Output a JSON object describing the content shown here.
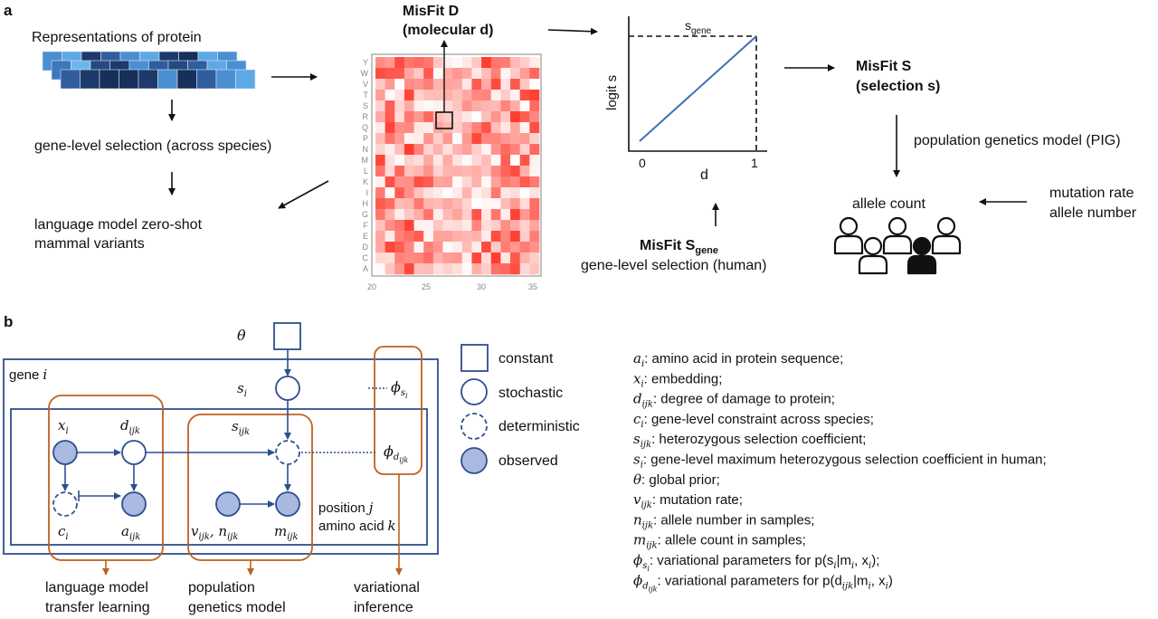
{
  "panel_a": {
    "label": "a",
    "protein_repr": "Representations of protein",
    "gene_level_selection": "gene-level selection (across species)",
    "lm_zero_shot_1": "language model zero-shot",
    "lm_zero_shot_2": "mammal variants",
    "misfit_d_1": "MisFit D",
    "misfit_d_2": "(molecular d)",
    "heatmap_rows": [
      "Y",
      "W",
      "V",
      "T",
      "S",
      "R",
      "Q",
      "P",
      "N",
      "M",
      "L",
      "K",
      "I",
      "H",
      "G",
      "F",
      "E",
      "D",
      "C",
      "A"
    ],
    "heatmap_xticks": [
      "20",
      "25",
      "30",
      "35"
    ],
    "sgene_label": "s",
    "sgene_sub": "gene",
    "ylabel": "logit s",
    "xlabel": "d",
    "xtick0": "0",
    "xtick1": "1",
    "misfit_sgene_1": "MisFit S",
    "misfit_sgene_sub": "gene",
    "misfit_sgene_2": "gene-level selection (human)",
    "misfit_s_1": "MisFit S",
    "misfit_s_2": "(selection s)",
    "pop_gen": "population genetics  model (PIG)",
    "allele_count": "allele count",
    "mutation_rate": "mutation rate",
    "allele_number": "allele number"
  },
  "panel_b": {
    "label": "b",
    "theta": "θ",
    "gene_i": "gene",
    "gene_i_var": "i",
    "position_j": "position",
    "position_j_var": "j",
    "amino_acid_k": "amino acid",
    "amino_acid_k_var": "k",
    "nodes": {
      "x_i": "x",
      "x_sub": "i",
      "d_ijk": "d",
      "d_sub": "ijk",
      "c_i": "c",
      "c_sub": "i",
      "a_ijk": "a",
      "a_sub": "ijk",
      "s_i": "s",
      "s_i_sub": "i",
      "s_ijk": "s",
      "s_ijk_sub": "ijk",
      "v_n": "v",
      "v_sub": "ijk",
      "n": "n",
      "n_sub": "ijk",
      "m_ijk": "m",
      "m_sub": "ijk",
      "phi": "ϕ",
      "phi_s_sub": "s",
      "phi_s_subsub": "i",
      "phi_d_sub": "d",
      "phi_d_subsub": "ijk"
    },
    "bottom": {
      "lm_1": "language model",
      "lm_2": "transfer learning",
      "pg_1": "population",
      "pg_2": "genetics model",
      "vi_1": "variational",
      "vi_2": "inference"
    },
    "legend": {
      "constant": "constant",
      "stochastic": "stochastic",
      "deterministic": "deterministic",
      "observed": "observed"
    },
    "defs": [
      {
        "sym": "a",
        "sub": "i",
        "text": ": amino acid in protein sequence;"
      },
      {
        "sym": "x",
        "sub": "i",
        "text": ": embedding;"
      },
      {
        "sym": "d",
        "sub": "ijk",
        "text": ": degree of damage to protein;"
      },
      {
        "sym": "c",
        "sub": "i",
        "text": ": gene-level constraint across species;"
      },
      {
        "sym": "s",
        "sub": "ijk",
        "text": ": heterozygous selection coefficient;"
      },
      {
        "sym": "s",
        "sub": "i",
        "text": ": gene-level maximum heterozygous selection coefficient in human;"
      },
      {
        "sym": "θ",
        "sub": "",
        "text": ": global prior;"
      },
      {
        "sym": "v",
        "sub": "ijk",
        "text": ": mutation rate;"
      },
      {
        "sym": "n",
        "sub": "ijk",
        "text": ": allele number in samples;"
      },
      {
        "sym": "m",
        "sub": "ijk",
        "text": ": allele count in samples;"
      },
      {
        "sym": "ϕ",
        "sub": "s",
        "subsub": "i",
        "text": ": variational parameters for p(s",
        "tail_sym": "i",
        "tail": "|m",
        "tail2": ", x",
        "tail3": ");"
      },
      {
        "sym": "ϕ",
        "sub": "d",
        "subsub": "ijk",
        "text": ": variational parameters for p(d",
        "tail_sym": "ijk",
        "tail": "|m",
        "tail2": ", x",
        "tail3": ")"
      }
    ]
  },
  "colors": {
    "blue_line": "#2e4f8f",
    "orange": "#c0601e",
    "node_fill": "#a9b9df",
    "heat_high": "#e63b2e",
    "heat_low": "#ffffff"
  }
}
